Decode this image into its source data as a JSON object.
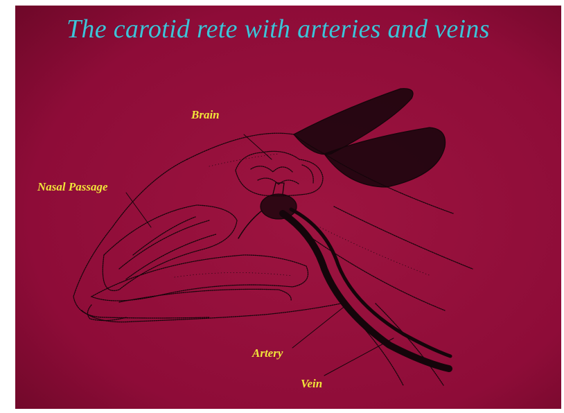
{
  "slide": {
    "title": "The carotid rete with arteries and veins",
    "labels": {
      "brain": "Brain",
      "nasal_passage": "Nasal Passage",
      "artery": "Artery",
      "vein": "Vein"
    }
  },
  "colors": {
    "background": "#8e0c38",
    "title": "#3fc3d8",
    "labels": "#f2e53a",
    "ink": "#14050a"
  }
}
